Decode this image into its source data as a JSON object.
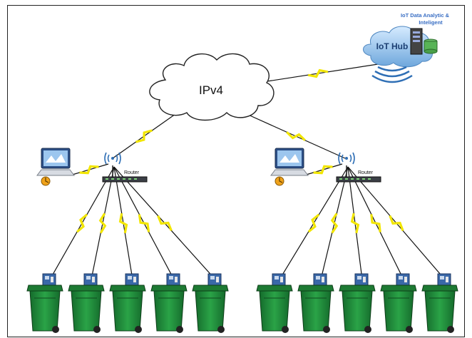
{
  "iot_hub": {
    "caption": "IoT Data Analytic & Inteligent",
    "caption_line1": "IoT Data Analytic &",
    "caption_line2": "Inteligent",
    "label": "IoT Hub"
  },
  "network": {
    "label": "IPv4"
  },
  "groups": [
    {
      "router_label": "Router",
      "bin_count": 5
    },
    {
      "router_label": "Router",
      "bin_count": 5
    }
  ],
  "colors": {
    "bin_green": "#1f8a3a",
    "link_yellow": "#f2e600",
    "cloud_blue": "#7fb2e0",
    "caption_blue": "#3a6fc4",
    "wifi_blue": "#2f6fb5"
  },
  "icons": {
    "cloud": "cloud-icon",
    "server": "server-icon",
    "database": "database-icon",
    "laptop": "laptop-icon",
    "router": "router-icon",
    "bin": "trash-bin-icon"
  }
}
